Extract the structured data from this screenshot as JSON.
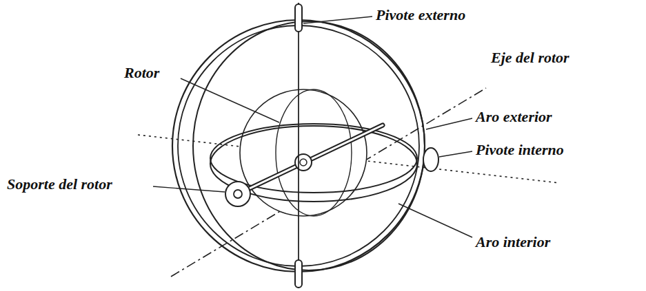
{
  "diagram": {
    "labels": [
      "Pivote externo",
      "Eje del rotor",
      "Rotor",
      "Aro exterior",
      "Pivote interno",
      "Soporte del rotor",
      "Aro interior"
    ]
  }
}
